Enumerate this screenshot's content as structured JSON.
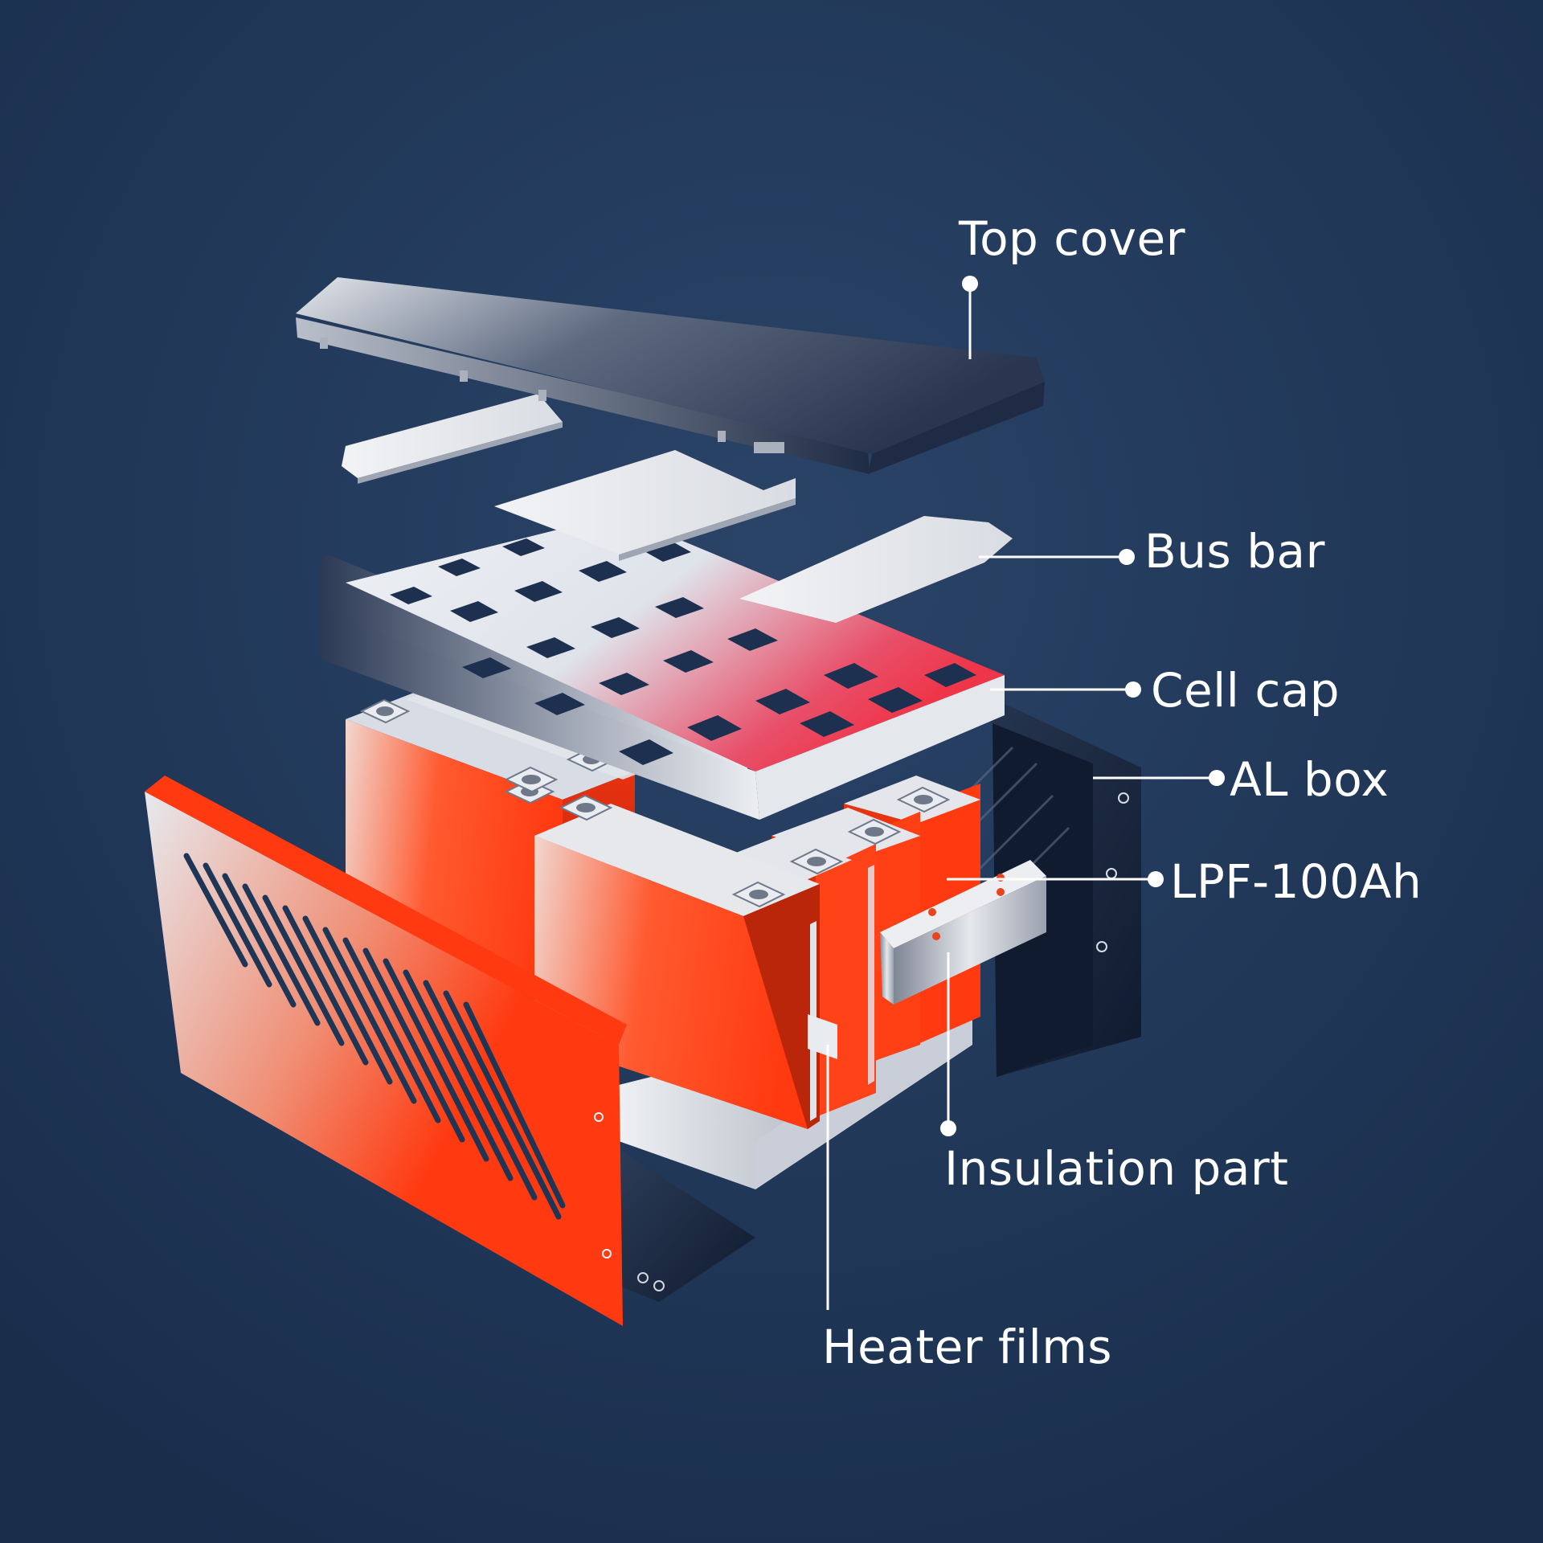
{
  "figure": {
    "labels": {
      "top_cover": "Top cover",
      "bus_bar": "Bus bar",
      "cell_cap": "Cell cap",
      "al_box": "AL box",
      "cell": "LPF-100Ah",
      "insulation_part": "Insulation part",
      "heater_films": "Heater films"
    },
    "colors": {
      "background": "#1e3556",
      "cell_red": "#ff3a10",
      "metal_light": "#e6e9ef",
      "metal_dark": "#1b2b46",
      "leader": "#ffffff"
    }
  }
}
